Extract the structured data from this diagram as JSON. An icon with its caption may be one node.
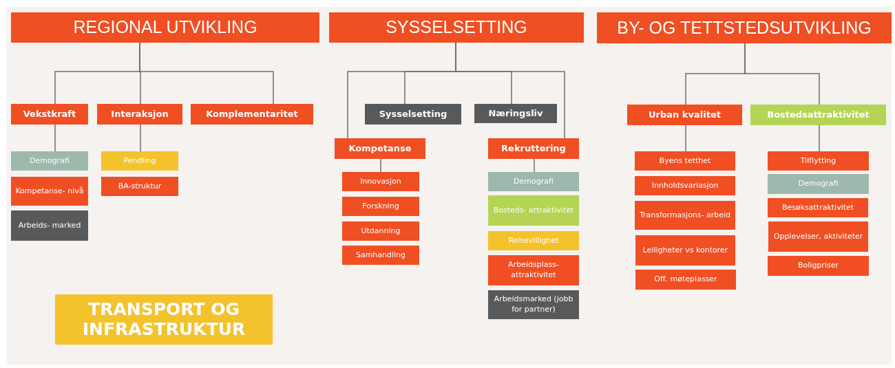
{
  "diagram": {
    "nodes": [
      {
        "text": [
          "REGIONAL UTVIKLING"
        ]
      },
      {
        "text": [
          "Vekstkraft"
        ]
      },
      {
        "text": [
          "Interaksjon"
        ]
      },
      {
        "text": [
          "Komplementaritet"
        ]
      },
      {
        "text": [
          "Demografi"
        ]
      },
      {
        "text": [
          "Kompetanse- nivå"
        ]
      },
      {
        "text": [
          "Arbeids- marked"
        ]
      },
      {
        "text": [
          "Pendling"
        ]
      },
      {
        "text": [
          "BA-struktur"
        ]
      },
      {
        "text": [
          "TRANSPORT OG INFRASTRUKTUR"
        ]
      },
      {
        "text": [
          "SYSSELSETTING"
        ]
      },
      {
        "text": [
          "Sysselsetting"
        ]
      },
      {
        "text": [
          "Næringsliv"
        ]
      },
      {
        "text": [
          "Kompetanse"
        ]
      },
      {
        "text": [
          "Rekruttering"
        ]
      },
      {
        "text": [
          "Innovasjon"
        ]
      },
      {
        "text": [
          "Forskning"
        ]
      },
      {
        "text": [
          "Utdanning"
        ]
      },
      {
        "text": [
          "Samhandling"
        ]
      },
      {
        "text": [
          "Demografi"
        ]
      },
      {
        "text": [
          "Bosteds- attraktivitet"
        ]
      },
      {
        "text": [
          "Reisevillighet"
        ]
      },
      {
        "text": [
          "Arbeidsplass- attraktivitet"
        ]
      },
      {
        "text": [
          "Arbeidsmarked (jobb for partner)"
        ]
      },
      {
        "text": [
          "BY- OG TETTSTEDSUTVIKLING"
        ]
      },
      {
        "text": [
          "Urban kvalitet"
        ]
      },
      {
        "text": [
          "Bostedsattraktivitet"
        ]
      },
      {
        "text": [
          "Byens tetthet"
        ]
      },
      {
        "text": [
          "Innholdsvariasjon"
        ]
      },
      {
        "text": [
          "Transformasjons- arbeid"
        ]
      },
      {
        "text": [
          "Leiligheter vs kontorer"
        ]
      },
      {
        "text": [
          "Off. møteplasser"
        ]
      },
      {
        "text": [
          "Tilflytting"
        ]
      },
      {
        "text": [
          "Demografi"
        ]
      },
      {
        "text": [
          "Besøksattraktivitet"
        ]
      },
      {
        "text": [
          "Opplevelser, aktiviteter"
        ]
      },
      {
        "text": [
          "Boligpriser"
        ]
      }
    ],
    "edges": [
      {
        "from": 0,
        "to": 1,
        "arrow": "none"
      },
      {
        "from": 0,
        "to": 2,
        "arrow": "none"
      },
      {
        "from": 0,
        "to": 3,
        "arrow": "none"
      },
      {
        "from": 1,
        "to": 4,
        "arrow": "none"
      },
      {
        "from": 2,
        "to": 7,
        "arrow": "none"
      },
      {
        "from": 10,
        "to": 13,
        "arrow": "none"
      },
      {
        "from": 10,
        "to": 11,
        "arrow": "none"
      },
      {
        "from": 10,
        "to": 12,
        "arrow": "none"
      },
      {
        "from": 10,
        "to": 14,
        "arrow": "none"
      },
      {
        "from": 13,
        "to": 15,
        "arrow": "none"
      },
      {
        "from": 14,
        "to": 19,
        "arrow": "none"
      },
      {
        "from": 24,
        "to": 25,
        "arrow": "none"
      },
      {
        "from": 24,
        "to": 26,
        "arrow": "none"
      },
      {
        "from": 25,
        "to": 27,
        "arrow": "none"
      },
      {
        "from": 26,
        "to": 32,
        "arrow": "none"
      }
    ]
  }
}
